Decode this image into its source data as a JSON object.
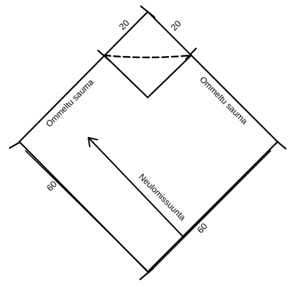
{
  "labels": {
    "seam_left": "Ommeltu sauma",
    "seam_right": "Ommeltu sauma",
    "knit_direction": "Neulomissuunta"
  },
  "dimensions": {
    "top_left": "20",
    "top_right": "20",
    "bottom_left": "60",
    "bottom_right": "60"
  },
  "colors": {
    "line": "#000000",
    "background": "#ffffff"
  }
}
